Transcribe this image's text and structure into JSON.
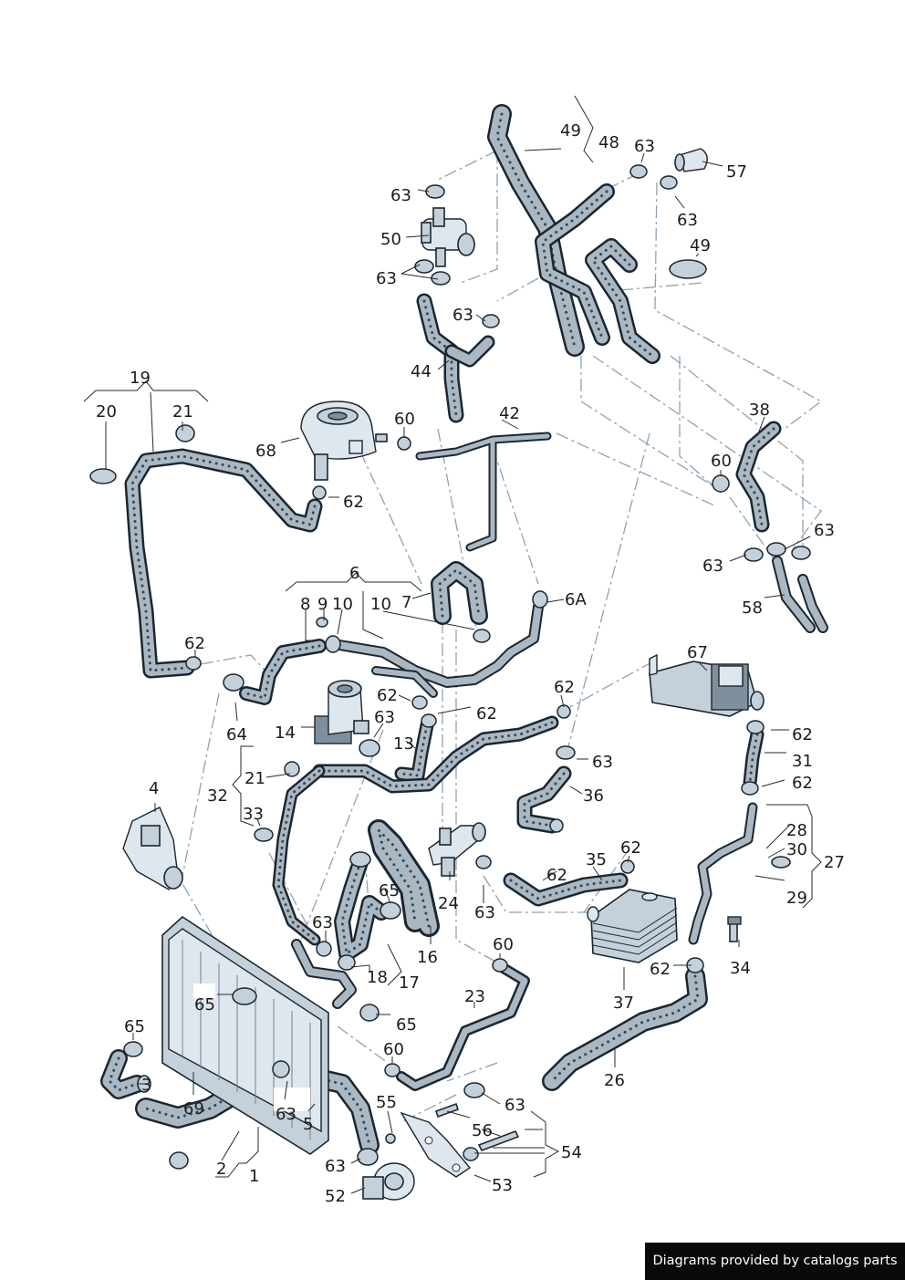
{
  "credit": "Diagrams provided by catalogs parts",
  "callouts": [
    {
      "id": "49-top",
      "text": "49"
    },
    {
      "id": "48",
      "text": "48"
    },
    {
      "id": "63-a",
      "text": "63"
    },
    {
      "id": "57",
      "text": "57"
    },
    {
      "id": "63-b",
      "text": "63"
    },
    {
      "id": "63-c",
      "text": "63"
    },
    {
      "id": "49-b",
      "text": "49"
    },
    {
      "id": "50",
      "text": "50"
    },
    {
      "id": "63-d",
      "text": "63"
    },
    {
      "id": "63-e",
      "text": "63"
    },
    {
      "id": "44",
      "text": "44"
    },
    {
      "id": "19",
      "text": "19"
    },
    {
      "id": "20",
      "text": "20"
    },
    {
      "id": "21-a",
      "text": "21"
    },
    {
      "id": "60-a",
      "text": "60"
    },
    {
      "id": "42",
      "text": "42"
    },
    {
      "id": "68",
      "text": "68"
    },
    {
      "id": "62-a",
      "text": "62"
    },
    {
      "id": "38",
      "text": "38"
    },
    {
      "id": "60-b",
      "text": "60"
    },
    {
      "id": "63-f",
      "text": "63"
    },
    {
      "id": "63-g",
      "text": "63"
    },
    {
      "id": "58",
      "text": "58"
    },
    {
      "id": "6",
      "text": "6"
    },
    {
      "id": "8",
      "text": "8"
    },
    {
      "id": "9",
      "text": "9"
    },
    {
      "id": "10-a",
      "text": "10"
    },
    {
      "id": "10-b",
      "text": "10"
    },
    {
      "id": "7",
      "text": "7"
    },
    {
      "id": "6A",
      "text": "6A"
    },
    {
      "id": "62-b",
      "text": "62"
    },
    {
      "id": "67",
      "text": "67"
    },
    {
      "id": "62-c",
      "text": "62"
    },
    {
      "id": "63-h",
      "text": "63"
    },
    {
      "id": "62-d",
      "text": "62"
    },
    {
      "id": "62-e",
      "text": "62"
    },
    {
      "id": "64",
      "text": "64"
    },
    {
      "id": "14",
      "text": "14"
    },
    {
      "id": "13",
      "text": "13"
    },
    {
      "id": "63-i",
      "text": "63"
    },
    {
      "id": "62-f",
      "text": "62"
    },
    {
      "id": "31",
      "text": "31"
    },
    {
      "id": "62-g",
      "text": "62"
    },
    {
      "id": "36",
      "text": "36"
    },
    {
      "id": "32",
      "text": "32"
    },
    {
      "id": "21-b",
      "text": "21"
    },
    {
      "id": "33",
      "text": "33"
    },
    {
      "id": "4",
      "text": "4"
    },
    {
      "id": "28",
      "text": "28"
    },
    {
      "id": "30",
      "text": "30"
    },
    {
      "id": "27",
      "text": "27"
    },
    {
      "id": "29",
      "text": "29"
    },
    {
      "id": "35",
      "text": "35"
    },
    {
      "id": "62-h",
      "text": "62"
    },
    {
      "id": "62-i",
      "text": "62"
    },
    {
      "id": "24",
      "text": "24"
    },
    {
      "id": "65-a",
      "text": "65"
    },
    {
      "id": "63-j",
      "text": "63"
    },
    {
      "id": "16",
      "text": "16"
    },
    {
      "id": "63-k",
      "text": "63"
    },
    {
      "id": "60-c",
      "text": "60"
    },
    {
      "id": "18",
      "text": "18"
    },
    {
      "id": "17",
      "text": "17"
    },
    {
      "id": "62-j",
      "text": "62"
    },
    {
      "id": "34",
      "text": "34"
    },
    {
      "id": "37",
      "text": "37"
    },
    {
      "id": "65-b",
      "text": "65"
    },
    {
      "id": "23",
      "text": "23"
    },
    {
      "id": "65-c",
      "text": "65"
    },
    {
      "id": "65-d",
      "text": "65"
    },
    {
      "id": "60-d",
      "text": "60"
    },
    {
      "id": "26",
      "text": "26"
    },
    {
      "id": "3",
      "text": "3"
    },
    {
      "id": "69",
      "text": "69"
    },
    {
      "id": "63-l",
      "text": "63"
    },
    {
      "id": "5",
      "text": "5"
    },
    {
      "id": "55",
      "text": "55"
    },
    {
      "id": "63-m",
      "text": "63"
    },
    {
      "id": "56",
      "text": "56"
    },
    {
      "id": "54",
      "text": "54"
    },
    {
      "id": "2",
      "text": "2"
    },
    {
      "id": "1",
      "text": "1"
    },
    {
      "id": "63-n",
      "text": "63"
    },
    {
      "id": "52",
      "text": "52"
    },
    {
      "id": "53",
      "text": "53"
    }
  ]
}
